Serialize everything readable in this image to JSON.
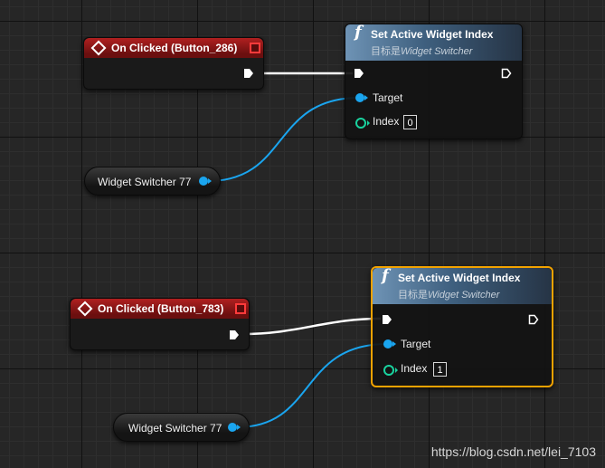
{
  "nodes": {
    "event_top": {
      "title": "On Clicked (Button_286)"
    },
    "event_bottom": {
      "title": "On Clicked (Button_783)"
    },
    "func_top": {
      "icon": "function-f-icon",
      "title": "Set Active Widget Index",
      "subtitle_prefix": "目标是",
      "subtitle_target": "Widget Switcher",
      "target_label": "Target",
      "index_label": "Index",
      "index_value": "0"
    },
    "func_bottom": {
      "icon": "function-f-icon",
      "title": "Set Active Widget Index",
      "subtitle_prefix": "目标是",
      "subtitle_target": "Widget Switcher",
      "target_label": "Target",
      "index_label": "Index",
      "index_value": "1",
      "selected": true
    },
    "var_top": {
      "label": "Widget Switcher 77"
    },
    "var_bottom": {
      "label": "Widget Switcher 77"
    }
  },
  "colors": {
    "event_header": "#b12020",
    "function_header": "#4a6d8f",
    "exec_wire": "#ffffff",
    "object_wire": "#1aa5ef",
    "integer_pin": "#19d39f",
    "selection": "#f2a200"
  },
  "watermark": "https://blog.csdn.net/lei_7103"
}
